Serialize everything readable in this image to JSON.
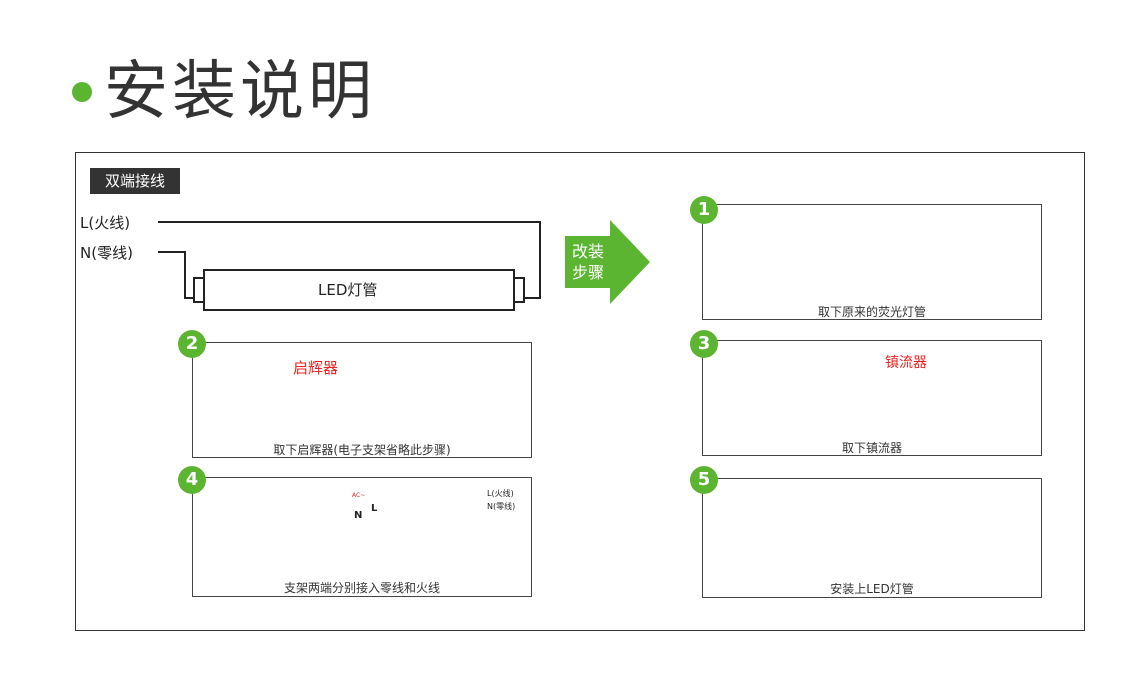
{
  "title": "安装说明",
  "wiring_section": {
    "tag": "双端接线",
    "live_label": "L(火线)",
    "neutral_label": "N(零线)",
    "tube_label": "LED灯管"
  },
  "arrow_text": [
    "改装",
    "步骤"
  ],
  "steps": [
    {
      "number": "1",
      "caption": "取下原来的荧光灯管"
    },
    {
      "number": "2",
      "caption": "取下启辉器(电子支架省略此步骤)",
      "callout": "启辉器"
    },
    {
      "number": "3",
      "caption": "取下镇流器",
      "callout": "镇流器"
    },
    {
      "number": "4",
      "caption": "支架两端分别接入零线和火线",
      "legend_live": "L(火线)",
      "legend_neutral": "N(零线)",
      "marker_ac": "AC~",
      "marker_l": "L",
      "marker_n": "N"
    },
    {
      "number": "5",
      "caption": "安装上LED灯管"
    }
  ],
  "colors": {
    "accent": "#5bb531",
    "live": "#e22222",
    "neutral": "#3399dd",
    "frame": "#333333"
  }
}
